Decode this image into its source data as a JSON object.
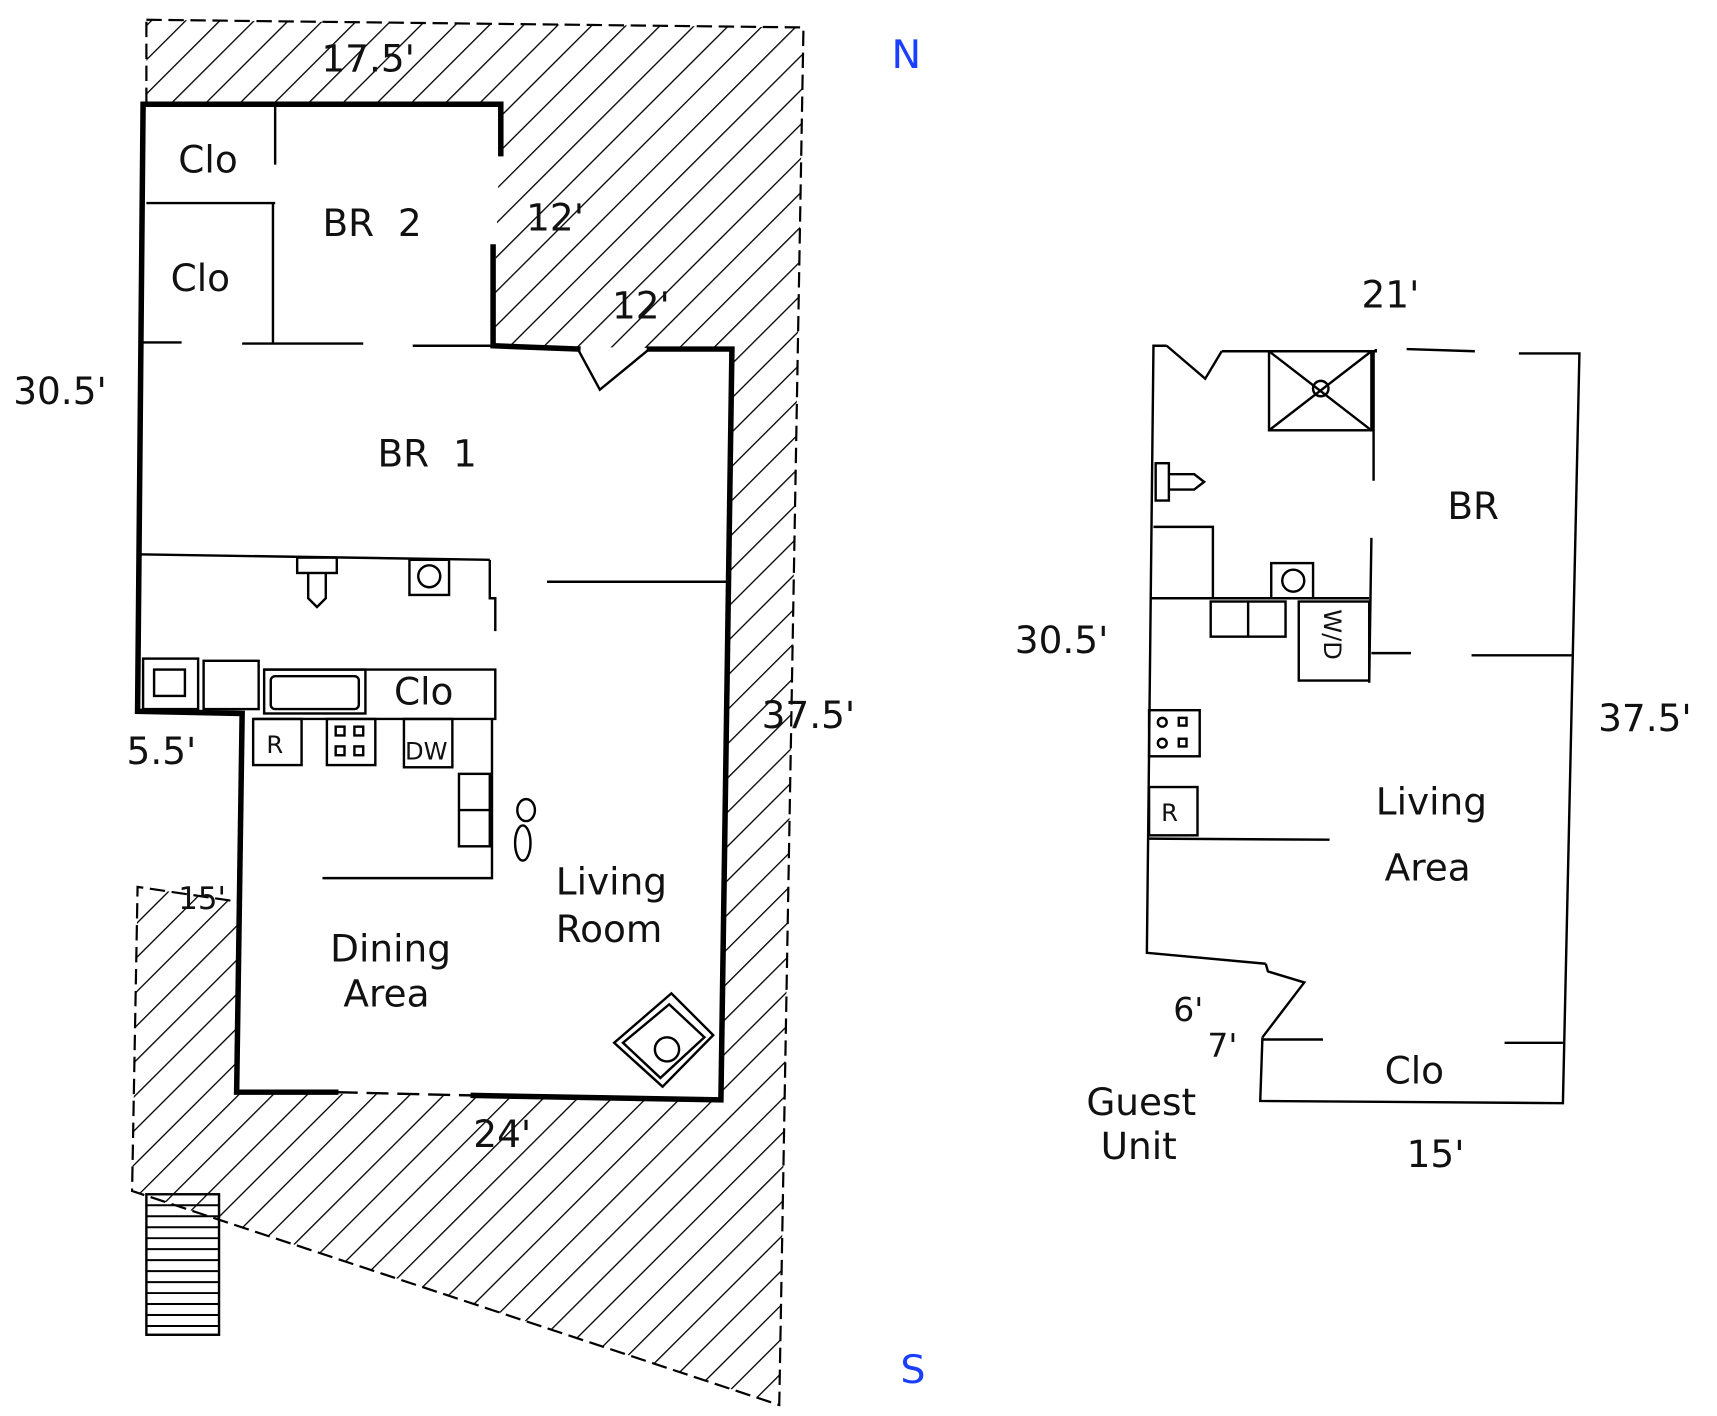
{
  "compass": {
    "north": "N",
    "south": "S",
    "color": "#1a3fff"
  },
  "main_house": {
    "rooms": {
      "closet_1": "Clo",
      "closet_2": "Clo",
      "bedroom_2": "BR  2",
      "bedroom_1": "BR  1",
      "kitchen_closet": "Clo",
      "refrigerator": "R",
      "dishwasher": "DW",
      "living_room_line1": "Living",
      "living_room_line2": "Room",
      "dining_line1": "Dining",
      "dining_line2": "Area"
    },
    "dimensions": {
      "top": "17.5'",
      "br2_side": "12'",
      "br2_notch": "12'",
      "left": "30.5'",
      "right": "37.5'",
      "step": "5.5'",
      "lower_left": "15'",
      "bottom": "24'"
    }
  },
  "guest_unit": {
    "title_line1": "Guest",
    "title_line2": "Unit",
    "rooms": {
      "bedroom": "BR",
      "living_line1": "Living",
      "living_line2": "Area",
      "closet": "Clo",
      "refrigerator": "R",
      "washer_dryer": "W/D"
    },
    "dimensions": {
      "top": "21'",
      "left": "30.5'",
      "right": "37.5'",
      "bottom": "15'",
      "notch_a": "6'",
      "notch_b": "7'"
    }
  }
}
